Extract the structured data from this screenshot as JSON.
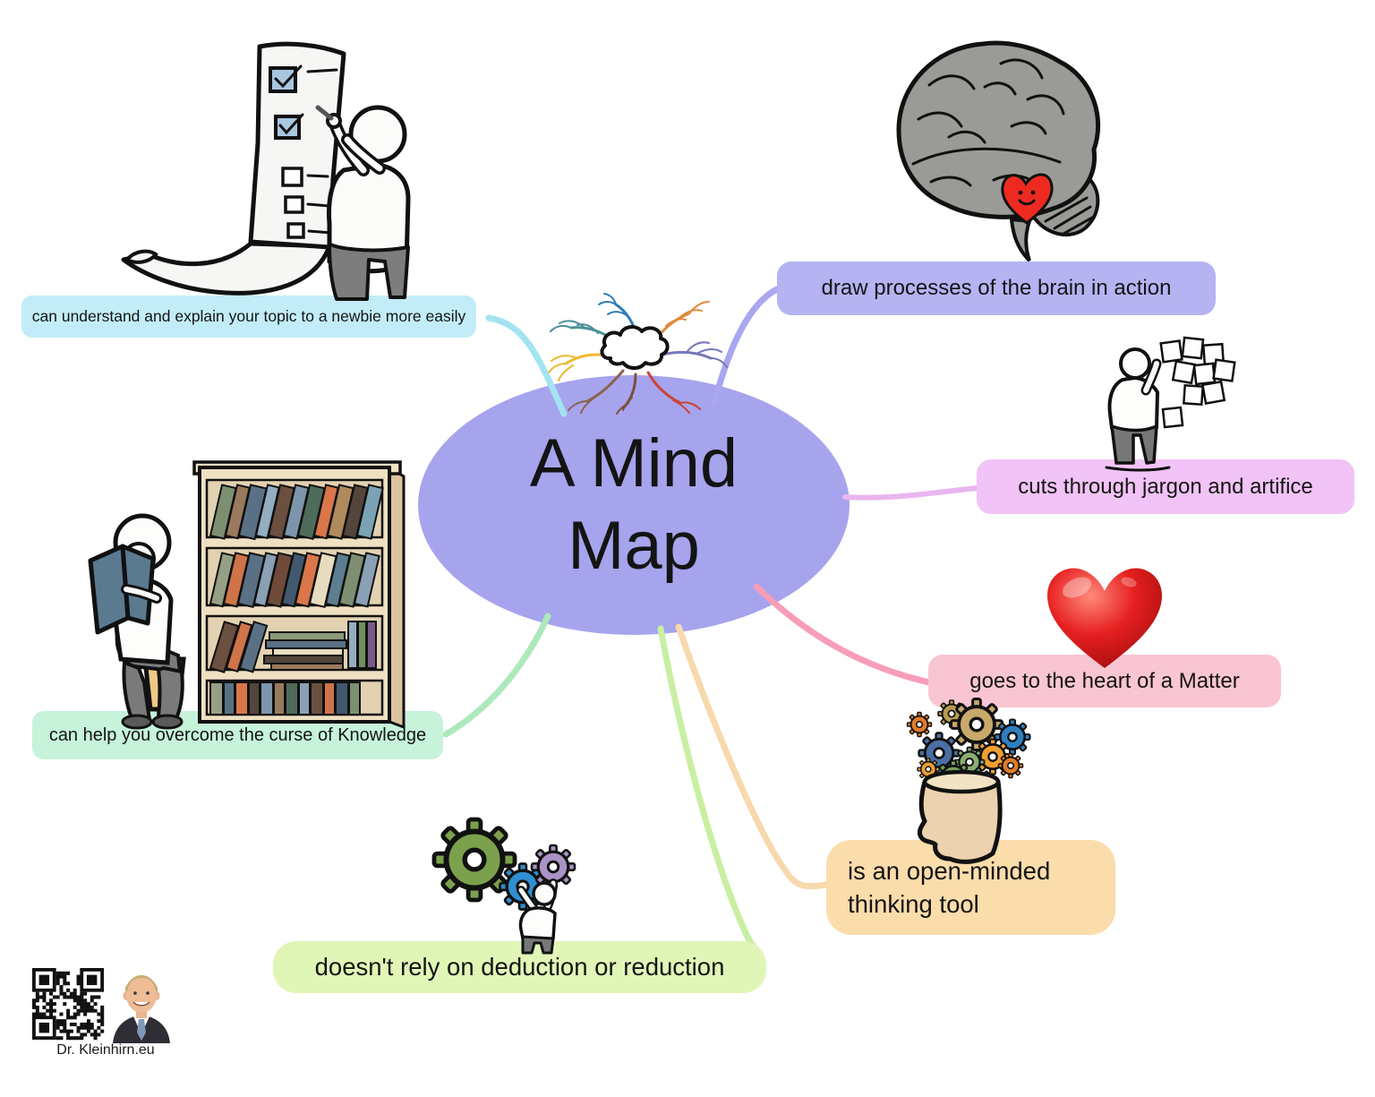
{
  "center": {
    "title_line1": "A Mind",
    "title_line2": "Map",
    "fill": "#a6a4ed",
    "icon": "mind-map-tree-icon"
  },
  "branches": [
    {
      "id": "newbie",
      "label": "can understand and explain your topic to a newbie more easily",
      "bg": "#c2edf8",
      "connector_color": "#a3e3f2",
      "icon": "checklist-person-icon"
    },
    {
      "id": "brain-action",
      "label": "draw processes of the brain in action",
      "bg": "#b5b3f2",
      "connector_color": "#a9a7ef",
      "icon": "brain-icon"
    },
    {
      "id": "jargon",
      "label": "cuts through jargon and artifice",
      "bg": "#f2c3f6",
      "connector_color": "#eab5f0",
      "icon": "sticky-notes-person-icon"
    },
    {
      "id": "heart",
      "label": "goes to the heart of a Matter",
      "bg": "#fac5d2",
      "connector_color": "#f89db8",
      "icon": "heart-icon"
    },
    {
      "id": "open-minded",
      "label": "is an open-minded thinking tool",
      "bg": "#fbdcab",
      "connector_color": "#f8d9ae",
      "icon": "head-with-gears-icon"
    },
    {
      "id": "deduction",
      "label": "doesn't rely on deduction or reduction",
      "bg": "#e0f6b6",
      "connector_color": "#c9efa2",
      "icon": "gears-person-icon"
    },
    {
      "id": "knowledge",
      "label": "can help you overcome the curse of Knowledge",
      "bg": "#c6f3da",
      "connector_color": "#aee9bb",
      "icon": "bookshelf-reader-icon"
    }
  ],
  "footer": {
    "caption": "Dr. Kleinhirn.eu",
    "qr_icon": "qr-code-icon",
    "portrait_icon": "portrait-photo-icon"
  }
}
